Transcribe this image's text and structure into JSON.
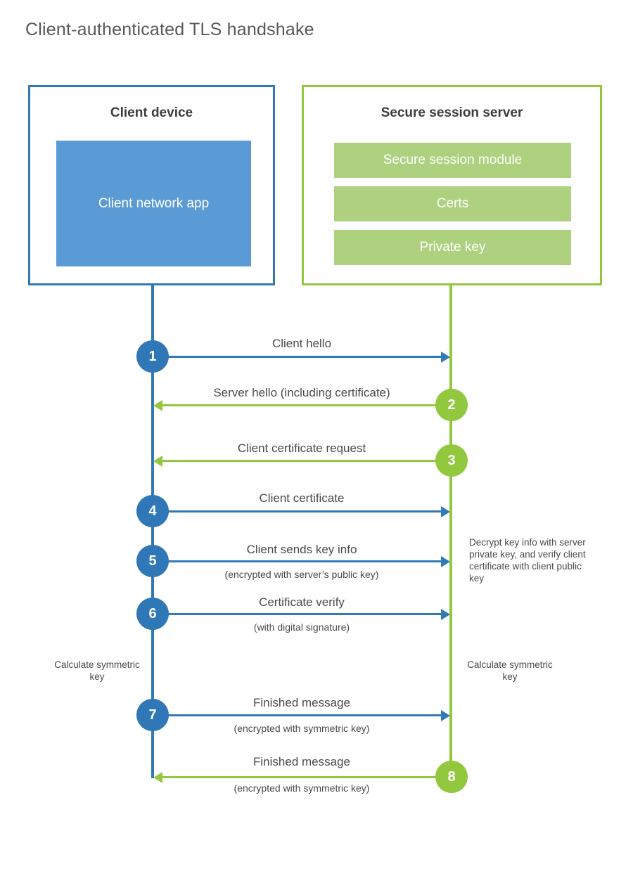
{
  "title": "Client-authenticated TLS handshake",
  "colors": {
    "client_blue": "#3279b7",
    "client_app_fill": "#5b9bd5",
    "server_green": "#93c83e",
    "server_bar_fill": "#add17e",
    "step_blue": "#2f77b6",
    "step_green": "#92c83e",
    "text": "#4a4a4a",
    "title_text": "#58585a"
  },
  "actors": {
    "client": {
      "title": "Client device",
      "app_label": "Client network app"
    },
    "server": {
      "title": "Secure session server",
      "modules": [
        {
          "label": "Secure session module"
        },
        {
          "label": "Certs"
        },
        {
          "label": "Private key"
        }
      ]
    }
  },
  "messages": [
    {
      "number": "1",
      "label": "Client hello",
      "sublabel": "",
      "direction": "right",
      "color": "blue"
    },
    {
      "number": "2",
      "label": "Server hello (including certificate)",
      "sublabel": "",
      "direction": "left",
      "color": "green"
    },
    {
      "number": "3",
      "label": "Client certificate request",
      "sublabel": "",
      "direction": "left",
      "color": "green"
    },
    {
      "number": "4",
      "label": "Client certificate",
      "sublabel": "",
      "direction": "right",
      "color": "blue"
    },
    {
      "number": "5",
      "label": "Client sends key info",
      "sublabel": "(encrypted with server’s public key)",
      "direction": "right",
      "color": "blue"
    },
    {
      "number": "6",
      "label": "Certificate verify",
      "sublabel": "(with digital signature)",
      "direction": "right",
      "color": "blue"
    },
    {
      "number": "7",
      "label": "Finished message",
      "sublabel": "(encrypted with symmetric key)",
      "direction": "right",
      "color": "blue"
    },
    {
      "number": "8",
      "label": "Finished message",
      "sublabel": "(encrypted with symmetric key)",
      "direction": "left",
      "color": "green"
    }
  ],
  "notes": {
    "server_decrypt": "Decrypt key info with server private key, and verify client certificate with client public key",
    "client_calculate": "Calculate symmetric key",
    "server_calculate": "Calculate symmetric key"
  }
}
